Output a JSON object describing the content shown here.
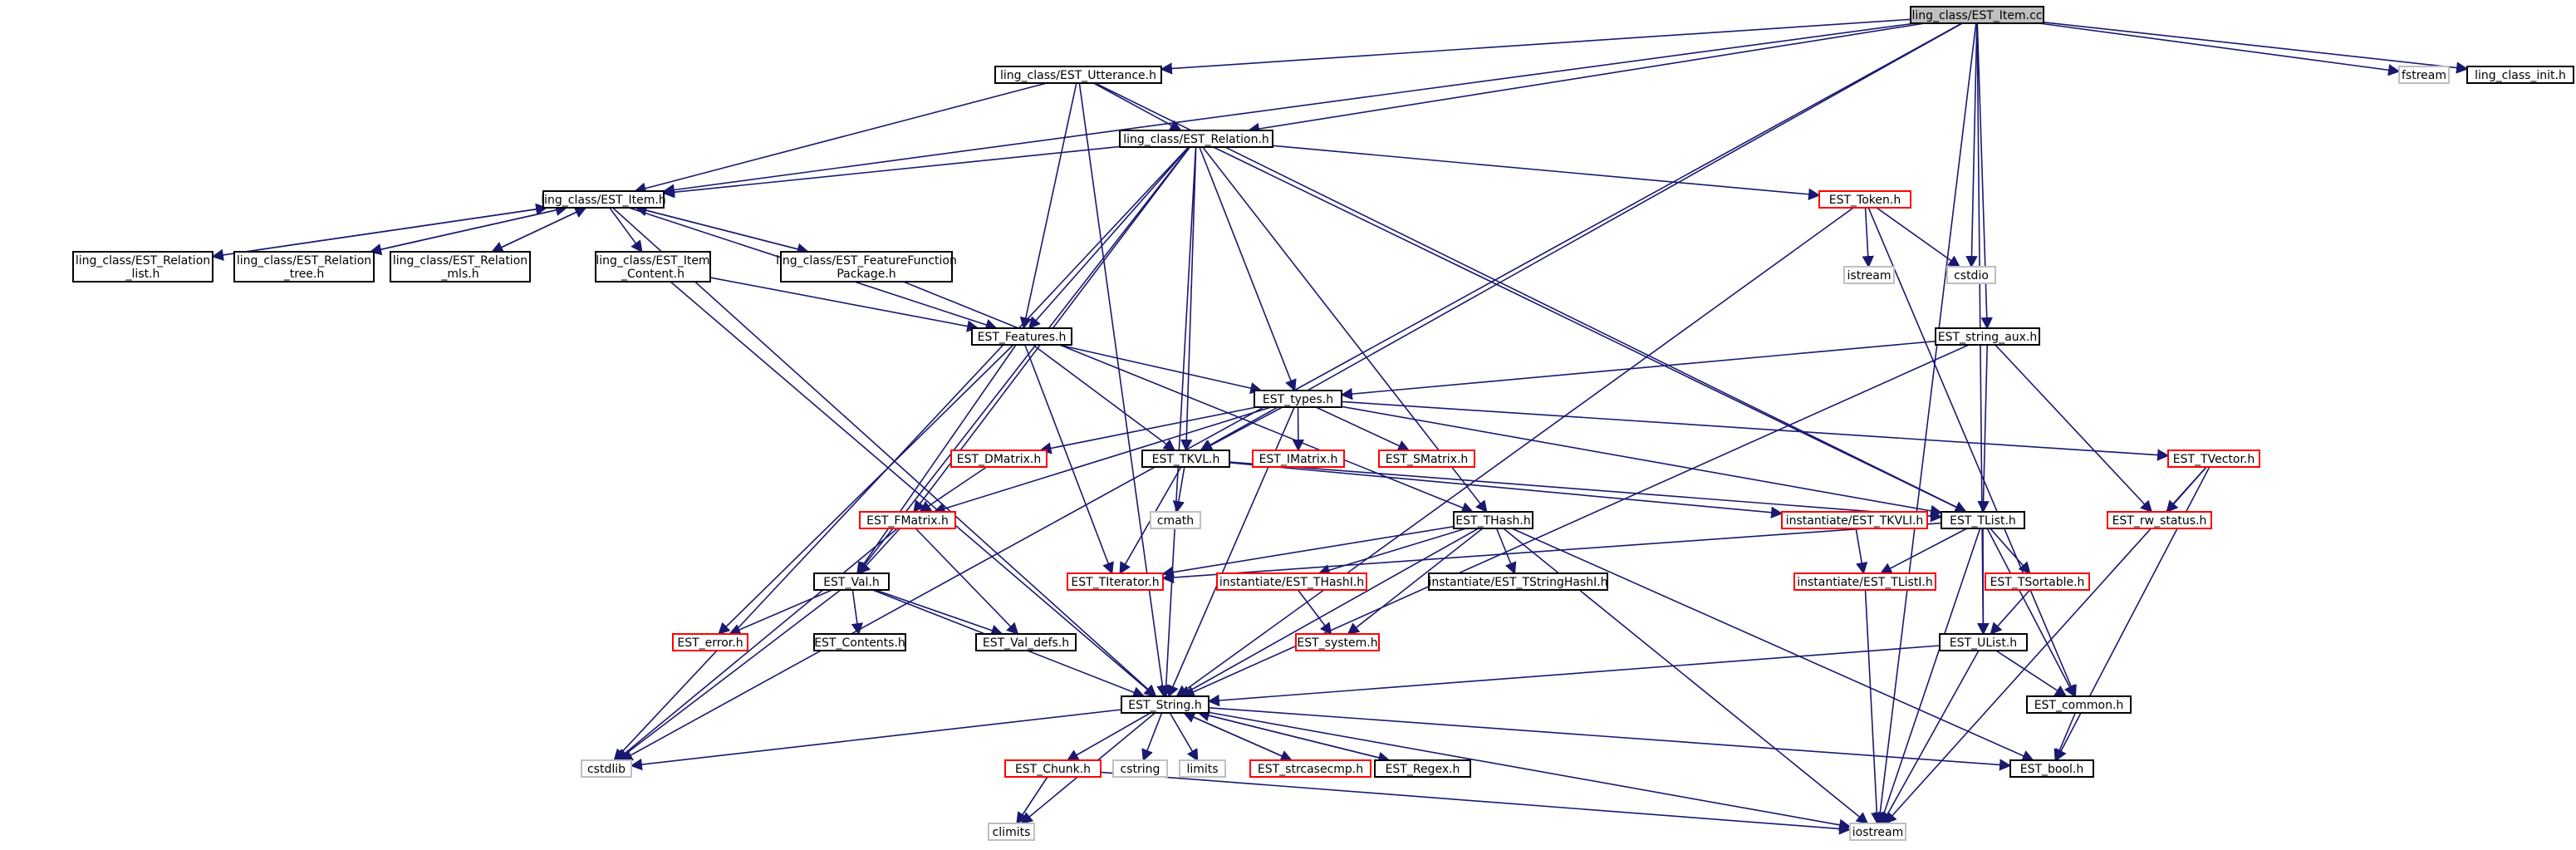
{
  "diagram": {
    "title": "ling_class/EST_Item.cc",
    "colors": {
      "edge": "#191970",
      "box_border": "#000000",
      "missing_border": "#ff0000",
      "system_border": "#bfbfbf",
      "root_fill": "#bfbfbf"
    },
    "nodes": [
      {
        "id": "root",
        "lines": [
          "ling_class/EST_Item.cc"
        ],
        "kind": "root"
      },
      {
        "id": "utt",
        "lines": [
          "ling_class/EST_Utterance.h"
        ],
        "kind": "normal"
      },
      {
        "id": "fstream",
        "lines": [
          "fstream"
        ],
        "kind": "system"
      },
      {
        "id": "lcinit",
        "lines": [
          "ling_class_init.h"
        ],
        "kind": "normal"
      },
      {
        "id": "rel",
        "lines": [
          "ling_class/EST_Relation.h"
        ],
        "kind": "normal"
      },
      {
        "id": "item",
        "lines": [
          "ling_class/EST_Item.h"
        ],
        "kind": "normal"
      },
      {
        "id": "token",
        "lines": [
          "EST_Token.h"
        ],
        "kind": "missing"
      },
      {
        "id": "rlist",
        "lines": [
          "ling_class/EST_Relation",
          "_list.h"
        ],
        "kind": "normal"
      },
      {
        "id": "rtree",
        "lines": [
          "ling_class/EST_Relation",
          "_tree.h"
        ],
        "kind": "normal"
      },
      {
        "id": "rmls",
        "lines": [
          "ling_class/EST_Relation",
          "_mls.h"
        ],
        "kind": "normal"
      },
      {
        "id": "icontent",
        "lines": [
          "ling_class/EST_Item",
          "_Content.h"
        ],
        "kind": "normal"
      },
      {
        "id": "ffpkg",
        "lines": [
          "ling_class/EST_FeatureFunction",
          "Package.h"
        ],
        "kind": "normal"
      },
      {
        "id": "istream",
        "lines": [
          "istream"
        ],
        "kind": "system"
      },
      {
        "id": "cstdio",
        "lines": [
          "cstdio"
        ],
        "kind": "system"
      },
      {
        "id": "features",
        "lines": [
          "EST_Features.h"
        ],
        "kind": "normal"
      },
      {
        "id": "straux",
        "lines": [
          "EST_string_aux.h"
        ],
        "kind": "normal"
      },
      {
        "id": "types",
        "lines": [
          "EST_types.h"
        ],
        "kind": "normal"
      },
      {
        "id": "dmatrix",
        "lines": [
          "EST_DMatrix.h"
        ],
        "kind": "missing"
      },
      {
        "id": "tkvl",
        "lines": [
          "EST_TKVL.h"
        ],
        "kind": "normal"
      },
      {
        "id": "imatrix",
        "lines": [
          "EST_IMatrix.h"
        ],
        "kind": "missing"
      },
      {
        "id": "smatrix",
        "lines": [
          "EST_SMatrix.h"
        ],
        "kind": "missing"
      },
      {
        "id": "tvector",
        "lines": [
          "EST_TVector.h"
        ],
        "kind": "missing"
      },
      {
        "id": "cmath",
        "lines": [
          "cmath"
        ],
        "kind": "system"
      },
      {
        "id": "fmatrix",
        "lines": [
          "EST_FMatrix.h"
        ],
        "kind": "missing"
      },
      {
        "id": "thash",
        "lines": [
          "EST_THash.h"
        ],
        "kind": "normal"
      },
      {
        "id": "itkvli",
        "lines": [
          "instantiate/EST_TKVLI.h"
        ],
        "kind": "missing"
      },
      {
        "id": "tlist",
        "lines": [
          "EST_TList.h"
        ],
        "kind": "normal"
      },
      {
        "id": "rwstatus",
        "lines": [
          "EST_rw_status.h"
        ],
        "kind": "missing"
      },
      {
        "id": "val",
        "lines": [
          "EST_Val.h"
        ],
        "kind": "normal"
      },
      {
        "id": "titer",
        "lines": [
          "EST_TIterator.h"
        ],
        "kind": "missing"
      },
      {
        "id": "ithashi",
        "lines": [
          "instantiate/EST_THashI.h"
        ],
        "kind": "missing"
      },
      {
        "id": "tstrhashi",
        "lines": [
          "instantiate/EST_TStringHashI.h"
        ],
        "kind": "normal"
      },
      {
        "id": "itlisti",
        "lines": [
          "instantiate/EST_TListI.h"
        ],
        "kind": "missing"
      },
      {
        "id": "tsortable",
        "lines": [
          "EST_TSortable.h"
        ],
        "kind": "missing"
      },
      {
        "id": "error",
        "lines": [
          "EST_error.h"
        ],
        "kind": "missing"
      },
      {
        "id": "contents",
        "lines": [
          "EST_Contents.h"
        ],
        "kind": "normal"
      },
      {
        "id": "valdefs",
        "lines": [
          "EST_Val_defs.h"
        ],
        "kind": "normal"
      },
      {
        "id": "system",
        "lines": [
          "EST_system.h"
        ],
        "kind": "missing"
      },
      {
        "id": "ulist",
        "lines": [
          "EST_UList.h"
        ],
        "kind": "normal"
      },
      {
        "id": "string",
        "lines": [
          "EST_String.h"
        ],
        "kind": "normal"
      },
      {
        "id": "common",
        "lines": [
          "EST_common.h"
        ],
        "kind": "normal"
      },
      {
        "id": "cstdlib",
        "lines": [
          "cstdlib"
        ],
        "kind": "system"
      },
      {
        "id": "chunk",
        "lines": [
          "EST_Chunk.h"
        ],
        "kind": "missing"
      },
      {
        "id": "cstring",
        "lines": [
          "cstring"
        ],
        "kind": "system"
      },
      {
        "id": "limits",
        "lines": [
          "limits"
        ],
        "kind": "system"
      },
      {
        "id": "strcase",
        "lines": [
          "EST_strcasecmp.h"
        ],
        "kind": "missing"
      },
      {
        "id": "regex",
        "lines": [
          "EST_Regex.h"
        ],
        "kind": "normal"
      },
      {
        "id": "bool",
        "lines": [
          "EST_bool.h"
        ],
        "kind": "normal"
      },
      {
        "id": "climits",
        "lines": [
          "climits"
        ],
        "kind": "system"
      },
      {
        "id": "iostream",
        "lines": [
          "iostream"
        ],
        "kind": "system"
      }
    ]
  }
}
